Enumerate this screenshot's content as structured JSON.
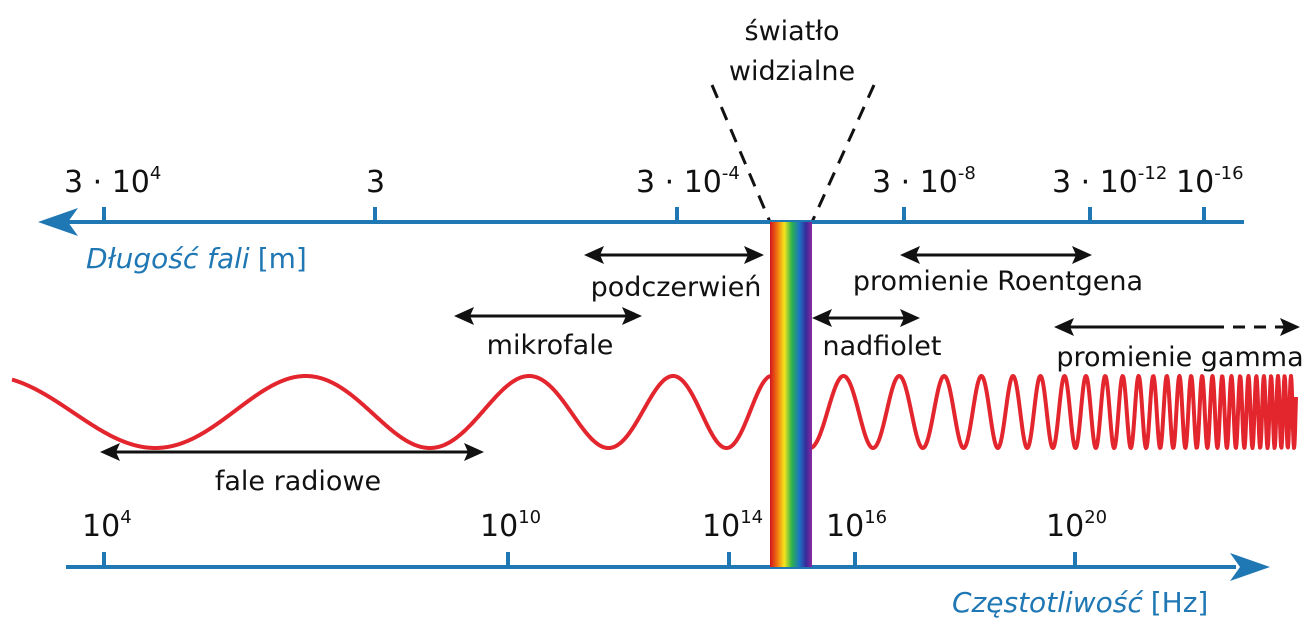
{
  "diagram": {
    "visible_light_label": [
      "światło",
      "widzialne"
    ],
    "wavelength_axis": {
      "title_italic": "Długość fali",
      "title_unit": "[m]",
      "ticks": [
        {
          "base": "3 · 10",
          "exp": "4"
        },
        {
          "base": "3",
          "exp": ""
        },
        {
          "base": "3 · 10",
          "exp": "-4"
        },
        {
          "base": "3 · 10",
          "exp": "-8"
        },
        {
          "base": "3 · 10",
          "exp": "-12"
        },
        {
          "base": "10",
          "exp": "-16"
        }
      ]
    },
    "frequency_axis": {
      "title_italic": "Częstotliwość",
      "title_unit": "[Hz]",
      "ticks": [
        {
          "base": "10",
          "exp": "4"
        },
        {
          "base": "10",
          "exp": "10"
        },
        {
          "base": "10",
          "exp": "14"
        },
        {
          "base": "10",
          "exp": "16"
        },
        {
          "base": "10",
          "exp": "20"
        }
      ]
    },
    "bands": {
      "radio": "fale radiowe",
      "microwave": "mikrofale",
      "infrared": "podczerwień",
      "ultraviolet": "nadfiolet",
      "xray": "promienie Roentgena",
      "gamma": "promienie gamma"
    },
    "colors": {
      "axis": "#1f77b4",
      "wave": "#e3262e",
      "arrow": "#111111"
    }
  }
}
